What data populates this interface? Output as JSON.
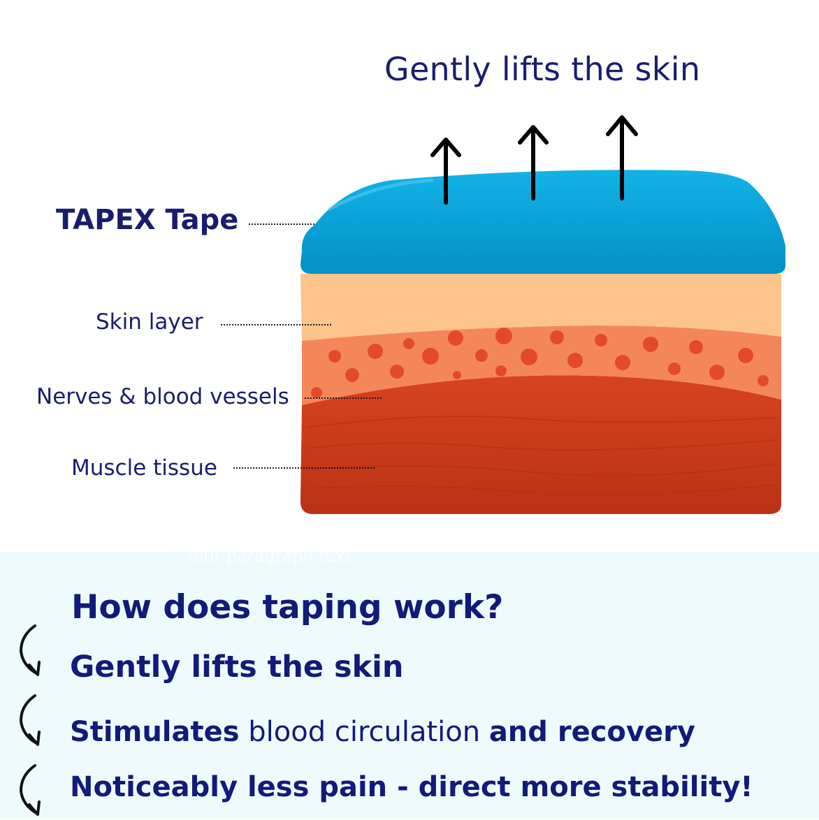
{
  "diagram": {
    "title": "Gently lifts the skin",
    "labels": {
      "tape": "TAPEX Tape",
      "skin": "Skin layer",
      "nerves": "Nerves & blood vessels",
      "muscle": "Muscle tissue"
    },
    "colors": {
      "tape": "#0aa4d8",
      "skin": "#fcc38a",
      "nerve_layer": "#f4875a",
      "nerve_dots": "#e5492c",
      "muscle": "#d23c1b",
      "text": "#1a1d6e"
    }
  },
  "info": {
    "ghost_text": "Your paragraph text",
    "heading": "How does taping work?",
    "points": [
      {
        "text": "Gently lifts the skin"
      },
      {
        "bold_start": "Stimulates",
        "normal": " blood circulation ",
        "bold_end": "and recovery"
      },
      {
        "text": "Noticeably less pain - direct more stability!"
      }
    ],
    "bullet_icon": "curved-arrow-icon"
  }
}
